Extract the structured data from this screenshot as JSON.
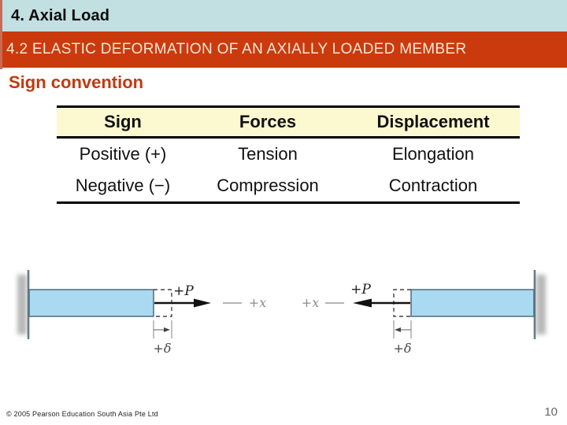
{
  "slide": {
    "title": "4. Axial Load",
    "subtitle": "4.2 ELASTIC DEFORMATION OF AN AXIALLY LOADED MEMBER",
    "section_heading": "Sign convention",
    "footer": "© 2005 Pearson Education South Asia Pte Ltd",
    "page_number": "10"
  },
  "table": {
    "headers": [
      "Sign",
      "Forces",
      "Displacement"
    ],
    "rows": [
      [
        "Positive (+)",
        "Tension",
        "Elongation"
      ],
      [
        "Negative (−)",
        "Compression",
        "Contraction"
      ]
    ]
  },
  "figures": {
    "left": {
      "force_label": "+P",
      "axis_label": "+x",
      "delta_label": "+δ"
    },
    "right": {
      "force_label": "+P",
      "axis_label": "+x",
      "delta_label": "+δ"
    }
  },
  "colors": {
    "title_band_bg": "#c2dfe2",
    "section_bar_bg": "#cb3a0d",
    "section_bar_text": "#f2ead9",
    "heading_red": "#c03a10",
    "table_header_bg": "#fcf8cf",
    "member_bar_fill": "#a9daf2",
    "edge_line": "#c96a55"
  }
}
